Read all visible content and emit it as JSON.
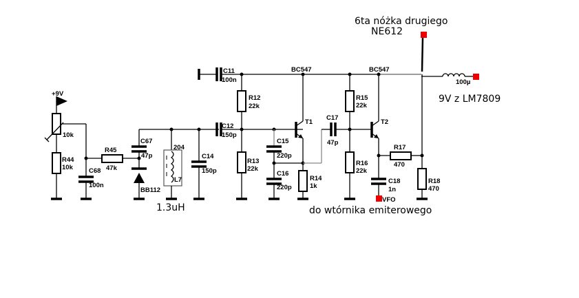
{
  "diagram": {
    "title_note": [
      "6ta nóżka drugiego",
      "NE612"
    ],
    "supply_note": "9V z LM7809",
    "output_note": "do wtórnika emiterowego",
    "inductor_note": "1.3uH",
    "vfo_label": "VFO",
    "supply_label": "+9V",
    "components": {
      "pot": {
        "value": "10k"
      },
      "R44": {
        "name": "R44",
        "value": "10k"
      },
      "C68": {
        "name": "C68",
        "value": "100n"
      },
      "R45": {
        "name": "R45",
        "value": "47k"
      },
      "C67": {
        "name": "C67",
        "value": "47p"
      },
      "D": {
        "name": "BB112"
      },
      "L7": {
        "name": "L7",
        "code": "204"
      },
      "C14": {
        "name": "C14",
        "value": "150p"
      },
      "C11": {
        "name": "C11",
        "value": "100n"
      },
      "C12": {
        "name": "C12",
        "value": "150p"
      },
      "R12": {
        "name": "R12",
        "value": "22k"
      },
      "R13": {
        "name": "R13",
        "value": "22k"
      },
      "C15": {
        "name": "C15",
        "value": "220p"
      },
      "C16": {
        "name": "C16",
        "value": "220p"
      },
      "R14": {
        "name": "R14",
        "value": "1k"
      },
      "T1": {
        "name": "T1",
        "type": "BC547"
      },
      "C17": {
        "name": "C17",
        "value": "47p"
      },
      "R15": {
        "name": "R15",
        "value": "22k"
      },
      "R16": {
        "name": "R16",
        "value": "22k"
      },
      "T2": {
        "name": "T2",
        "type": "BC547"
      },
      "R17": {
        "name": "R17",
        "value": "470"
      },
      "R18": {
        "name": "R18",
        "value": "470"
      },
      "C18": {
        "name": "C18",
        "value": "1n"
      },
      "Lchoke": {
        "value": "100µ"
      }
    }
  }
}
